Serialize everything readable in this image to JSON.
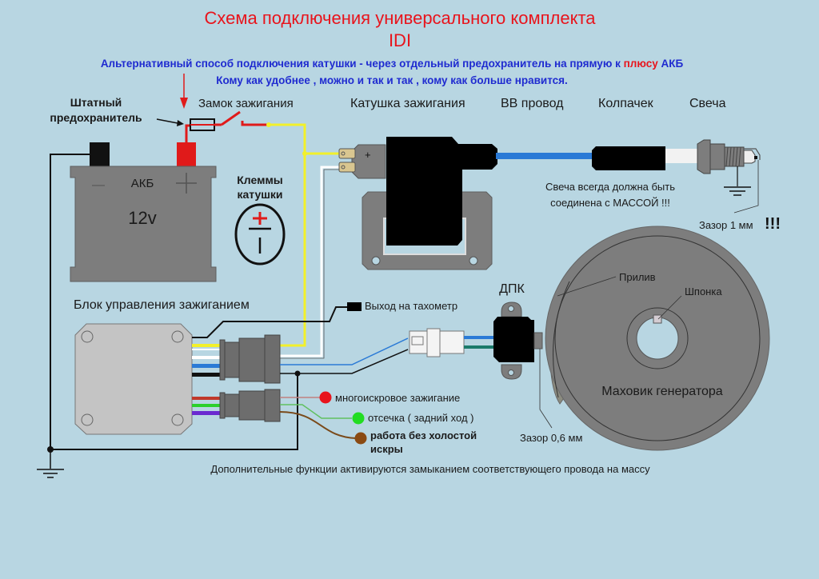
{
  "title": {
    "line1": "Схема подключения универсального комплекта",
    "line2": "IDI"
  },
  "note": {
    "alt_text_before": "Альтернативный способ подключения катушки  - через отдельный предохранитель на прямую к ",
    "alt_text_red": "плюсу",
    "alt_text_after": " АКБ",
    "line2": "Кому как удобнее , можно и так и так , кому как больше нравится."
  },
  "labels": {
    "stock_fuse_1": "Штатный",
    "stock_fuse_2": "предохранитель",
    "ignition_lock": "Замок зажигания",
    "ignition_coil": "Катушка зажигания",
    "hv_wire": "ВВ провод",
    "cap": "Колпачек",
    "spark_plug": "Свеча",
    "battery": "АКБ",
    "battery_voltage": "12v",
    "battery_minus": "—",
    "battery_plus": "+",
    "coil_terminals_1": "Клеммы",
    "coil_terminals_2": "катушки",
    "plug_ground_1": "Свеча всегда должна быть",
    "plug_ground_2": "соединена с МАССОЙ !!!",
    "gap_plug": "Зазор 1 мм",
    "gap_plug_excl": "!!!",
    "control_unit": "Блок управления зажиганием",
    "tacho_out": "Выход на тахометр",
    "sensor": "ДПК",
    "boss": "Прилив",
    "key": "Шпонка",
    "flywheel": "Маховик генератора",
    "gap_sensor": "Зазор 0,6 мм",
    "multispark": "многоискровое зажигание",
    "cutoff": "отсечка ( задний ход )",
    "no_idle_1": "работа без холостой",
    "no_idle_2": "искры",
    "footer": "Дополнительные функции активируются замыканием соответствующего провода на массу"
  },
  "wire_colors": {
    "positive": "#e01a1a",
    "ignition": "#f2f02a",
    "coil_neg": "#ffffff",
    "sensor_blue": "#2a7ad6",
    "ground": "#111111",
    "hv": "#2a7ad6",
    "multispark": "#c0392b",
    "cutoff": "#2bd02b",
    "no_idle": "#7a4a1a",
    "purple": "#6a2ad0",
    "sensor_teal": "#1a7a6a"
  },
  "function_dots": {
    "multispark": "#e8141c",
    "cutoff": "#22dd22",
    "no_idle": "#8a4a12"
  }
}
